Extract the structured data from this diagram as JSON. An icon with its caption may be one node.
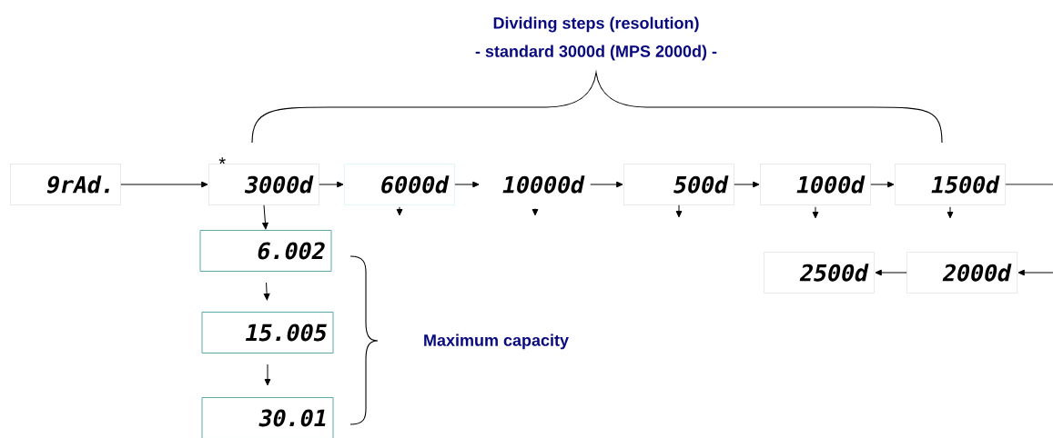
{
  "diagram": {
    "nodes": [
      {
        "text": [
          "9rAd."
        ]
      },
      {
        "text": [
          "3000d"
        ],
        "beside": [
          "*"
        ]
      },
      {
        "text": [
          "6000d"
        ]
      },
      {
        "text": [
          "10000d"
        ]
      },
      {
        "text": [
          "500d"
        ]
      },
      {
        "text": [
          "1000d"
        ]
      },
      {
        "text": [
          "1500d"
        ]
      },
      {
        "text": [
          "2500d"
        ]
      },
      {
        "text": [
          "2000d"
        ]
      },
      {
        "text": [
          "6.002"
        ]
      },
      {
        "text": [
          "15.005"
        ]
      },
      {
        "text": [
          "30.01"
        ]
      }
    ],
    "edges": [
      {
        "from": 0,
        "to": 1,
        "arrow": "to"
      },
      {
        "from": 1,
        "to": 2,
        "arrow": "to"
      },
      {
        "from": 2,
        "to": 3,
        "arrow": "to"
      },
      {
        "from": 3,
        "to": 4,
        "arrow": "to"
      },
      {
        "from": 4,
        "to": 5,
        "arrow": "to"
      },
      {
        "from": 5,
        "to": 6,
        "arrow": "to"
      },
      {
        "from": 6,
        "to": null,
        "arrow": "none"
      },
      {
        "from": null,
        "to": 8,
        "arrow": "to"
      },
      {
        "from": 8,
        "to": 7,
        "arrow": "to"
      },
      {
        "from": 1,
        "to": 9,
        "arrow": "to"
      },
      {
        "from": 9,
        "to": 10,
        "arrow": "to"
      },
      {
        "from": 10,
        "to": 11,
        "arrow": "to"
      },
      {
        "from": 2,
        "to": null,
        "arrow": "to"
      },
      {
        "from": 3,
        "to": null,
        "arrow": "to"
      },
      {
        "from": 4,
        "to": null,
        "arrow": "to"
      },
      {
        "from": 5,
        "to": null,
        "arrow": "to"
      },
      {
        "from": 6,
        "to": null,
        "arrow": "to"
      }
    ],
    "labels": [
      "Dividing steps (resolution)",
      "- standard 3000d (MPS 2000d) -",
      "Maximum capacity"
    ]
  }
}
